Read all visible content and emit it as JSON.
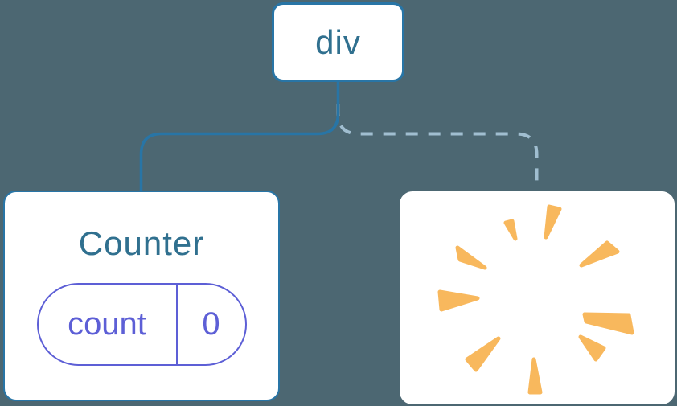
{
  "colors": {
    "background": "#4C6772",
    "card_background": "#FFFFFF",
    "node_border": "#2875A6",
    "node_text": "#30708F",
    "edge_solid": "#2875A6",
    "edge_dashed": "#A0BED0",
    "state_accent": "#5D5FD6",
    "poof_burst": "#F8B85D"
  },
  "tree": {
    "root": {
      "label": "div"
    },
    "children": [
      {
        "type": "component",
        "title": "Counter",
        "edge_style": "solid",
        "state": {
          "key": "count",
          "value": "0"
        }
      },
      {
        "type": "removed-component",
        "icon": "poof-burst-icon",
        "edge_style": "dashed"
      }
    ]
  }
}
